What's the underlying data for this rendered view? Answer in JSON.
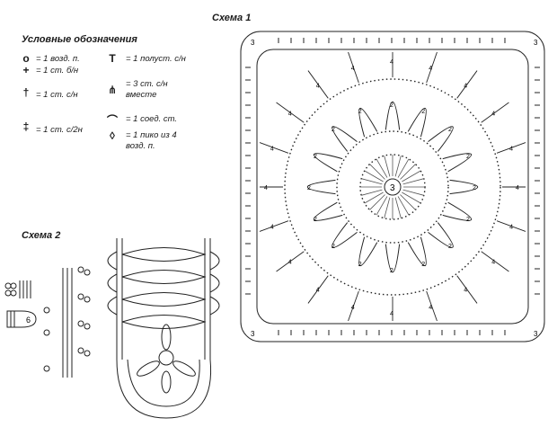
{
  "legend": {
    "title": "Условные обозначения",
    "items": [
      {
        "icon": "circle-icon",
        "text": "= 1 возд. п."
      },
      {
        "icon": "plus-icon",
        "text": "= 1 ст. б/н"
      },
      {
        "icon": "dc-icon",
        "text": "= 1 ст. с/н"
      },
      {
        "icon": "tc-icon",
        "text": "= 1 ст. с/2н"
      },
      {
        "icon": "hdc-icon",
        "text": "= 1 полуст. с/н"
      },
      {
        "icon": "cluster-icon",
        "text": "= 3 ст. с/н вместе"
      },
      {
        "icon": "slip-stitch-icon",
        "text": "= 1 соед. ст."
      },
      {
        "icon": "picot-icon",
        "text": "= 1 пико из 4 возд. п."
      }
    ]
  },
  "scheme1": {
    "title": "Схема 1",
    "center_label": "3",
    "ring_label": "2",
    "outer_label": "4",
    "corner_label": "3"
  },
  "scheme2": {
    "title": "Схема 2",
    "tab_label": "6"
  }
}
